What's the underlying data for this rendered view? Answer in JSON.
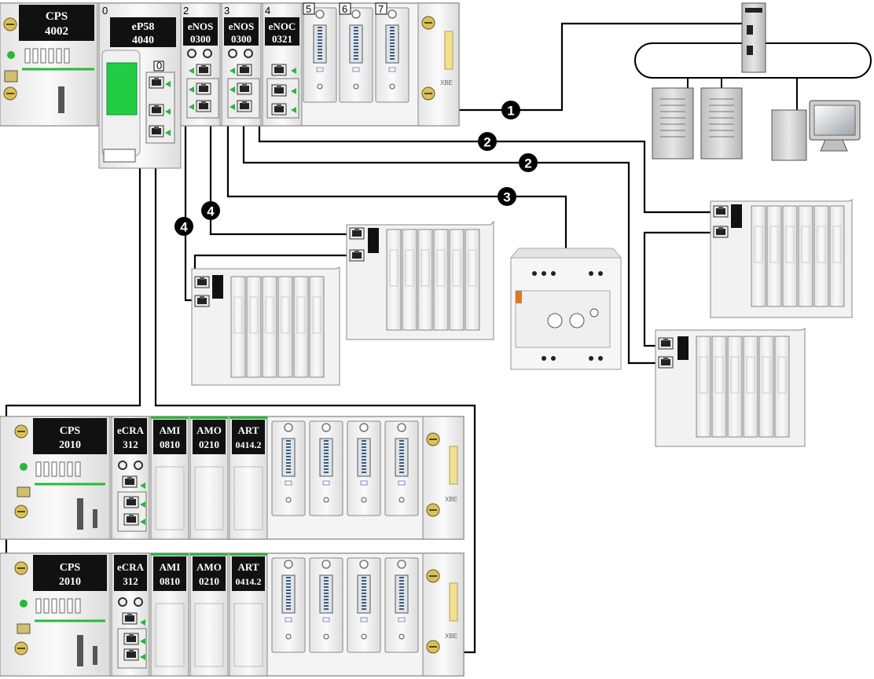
{
  "main_rack": {
    "modules": [
      {
        "slot": "",
        "line1": "CPS",
        "line2": "4002"
      },
      {
        "slot": "0",
        "line1": "eP58",
        "line2": "4040"
      },
      {
        "slot": "2",
        "line1": "eNOS",
        "line2": "0300"
      },
      {
        "slot": "3",
        "line1": "eNOS",
        "line2": "0300"
      },
      {
        "slot": "4",
        "line1": "eNOC",
        "line2": "0321"
      }
    ],
    "empty_slots": [
      "5",
      "6",
      "7"
    ],
    "cpu_port_label": "0",
    "xbe_label": "XBE"
  },
  "remote_rack_1": {
    "modules": [
      {
        "line1": "CPS",
        "line2": "2010"
      },
      {
        "line1": "eCRA",
        "line2": "312"
      },
      {
        "line1": "AMI",
        "line2": "0810"
      },
      {
        "line1": "AMO",
        "line2": "0210"
      },
      {
        "line1": "ART",
        "line2": "0414.2"
      }
    ],
    "xbe_label": "XBE"
  },
  "remote_rack_2": {
    "modules": [
      {
        "line1": "CPS",
        "line2": "2010"
      },
      {
        "line1": "eCRA",
        "line2": "312"
      },
      {
        "line1": "AMI",
        "line2": "0810"
      },
      {
        "line1": "AMO",
        "line2": "0210"
      },
      {
        "line1": "ART",
        "line2": "0414.2"
      }
    ],
    "xbe_label": "XBE"
  },
  "callouts": [
    "1",
    "2",
    "2",
    "3",
    "4",
    "4"
  ],
  "colors": {
    "module_body": "#f2f2f2",
    "module_header": "#111111",
    "led_green": "#27b83a",
    "cable": "#000000",
    "rack_border": "#777777"
  }
}
